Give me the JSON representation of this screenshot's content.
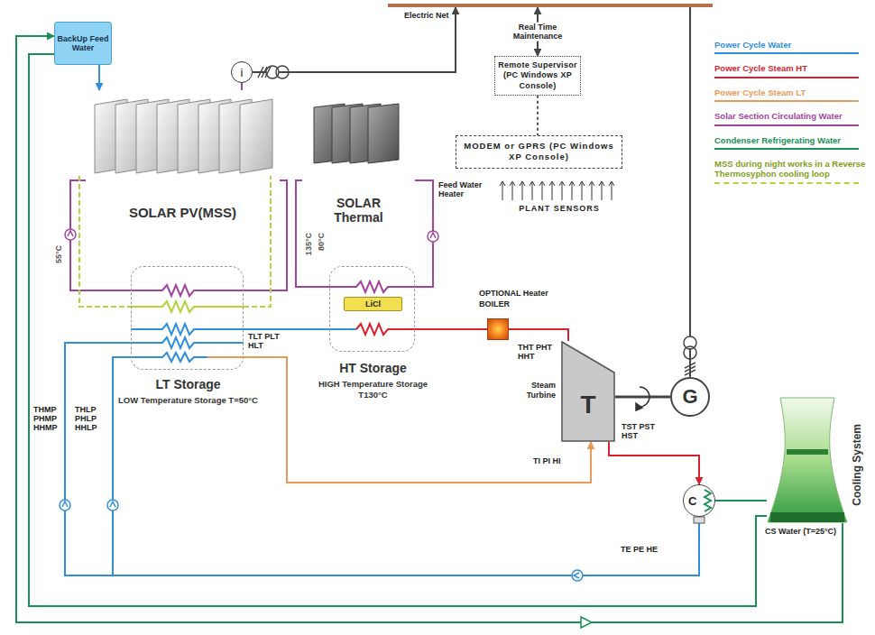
{
  "diagram": {
    "nodes": [
      {
        "text": [
          "Electric Net"
        ]
      },
      {
        "text": [
          "BackUp Feed Water"
        ]
      },
      {
        "text": [
          "i"
        ]
      },
      {
        "text": [
          "Remote Supervisor (PC Windows XP Console)"
        ]
      },
      {
        "text": [
          "SOLAR PV(MSS)"
        ]
      },
      {
        "text": [
          "SOLAR Thermal"
        ]
      },
      {
        "text": [
          "MODEM or GPRS (PC Windows XP Console)"
        ]
      },
      {
        "text": [
          "LT Storage",
          "LOW Temperature Storage T=50°C"
        ]
      },
      {
        "text": [
          "HT Storage",
          "HIGH Temperature Storage T130°C"
        ]
      },
      {
        "text": [
          "LiCl"
        ],
        "in": 8
      },
      {
        "text": [
          "OPTIONAL Heater BOILER"
        ]
      },
      {
        "text": [
          "T",
          "Steam Turbine"
        ]
      },
      {
        "text": [
          "G"
        ]
      },
      {
        "text": [
          "C"
        ]
      },
      {
        "text": [
          "Cooling System",
          "CS Water (T=25°C)"
        ]
      }
    ],
    "edges": [
      {
        "from": 14,
        "to": 1,
        "arrow": "to"
      },
      {
        "from": 1,
        "to": 14,
        "arrow": "none"
      },
      {
        "from": 1,
        "to": 4,
        "arrow": "to"
      },
      {
        "from": 4,
        "to": 2,
        "arrow": "none"
      },
      {
        "from": 2,
        "to": 0,
        "arrow": "to"
      },
      {
        "from": 0,
        "to": 3,
        "label": "Real Time Maintenance",
        "arrow": "both"
      },
      {
        "from": 3,
        "to": 6,
        "arrow": "none"
      },
      {
        "from": 4,
        "to": 7,
        "arrow": "none"
      },
      {
        "from": 7,
        "to": 4,
        "arrow": "none"
      },
      {
        "from": 5,
        "to": 8,
        "arrow": "none"
      },
      {
        "from": 8,
        "to": 5,
        "arrow": "none"
      },
      {
        "from": 7,
        "to": 8,
        "arrow": "none"
      },
      {
        "from": 8,
        "to": 10,
        "arrow": "none"
      },
      {
        "from": 10,
        "to": 11,
        "arrow": "none"
      },
      {
        "from": 7,
        "to": 11,
        "arrow": "to"
      },
      {
        "from": 11,
        "to": 12,
        "arrow": "none"
      },
      {
        "from": 12,
        "to": 0,
        "arrow": "none"
      },
      {
        "from": 11,
        "to": 13,
        "arrow": "to"
      },
      {
        "from": 13,
        "to": 7,
        "arrow": "none"
      },
      {
        "from": 13,
        "to": 7,
        "arrow": "none"
      },
      {
        "from": 13,
        "to": 14,
        "arrow": "none"
      }
    ],
    "labels": [
      "55°C",
      "135°C",
      "80°C",
      "Feed Water Heater",
      "PLANT SENSORS",
      "TLT PLT HLT",
      "THT PHT HHT",
      "TST PST HST",
      "TI PI HI",
      "TE PE HE",
      "THMP PHMP HHMP",
      "THLP PHLP HHLP"
    ],
    "legend": [
      {
        "text": "Power Cycle Water",
        "color": "#2f8fd8"
      },
      {
        "text": "Power Cycle Steam HT",
        "color": "#d8232f"
      },
      {
        "text": "Power Cycle Steam LT",
        "color": "#e89a5a"
      },
      {
        "text": "Solar Section Circulating Water",
        "color": "#a2449b"
      },
      {
        "text": "Condenser Refrigerating Water",
        "color": "#1a8f55"
      },
      {
        "text": "MSS during night works in a Reverse Thermosyphon cooling loop"
      }
    ]
  }
}
